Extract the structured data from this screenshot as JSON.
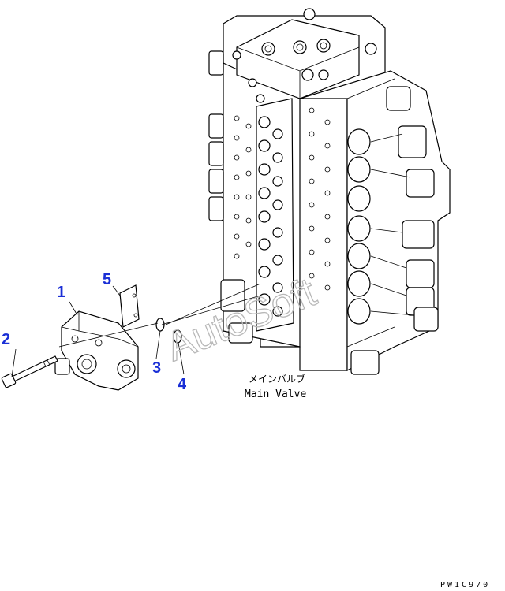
{
  "callouts": [
    {
      "id": "1",
      "label": "1"
    },
    {
      "id": "2",
      "label": "2"
    },
    {
      "id": "3",
      "label": "3"
    },
    {
      "id": "4",
      "label": "4"
    },
    {
      "id": "5",
      "label": "5"
    }
  ],
  "main_valve": {
    "label_jp": "メインバルブ",
    "label_en": "Main Valve"
  },
  "drawing_code": "PW1C970",
  "watermark": "AutoSoft",
  "colors": {
    "callout": "#1a2fd6",
    "line": "#000000",
    "watermark": "#b8b8b8",
    "background": "#ffffff"
  }
}
